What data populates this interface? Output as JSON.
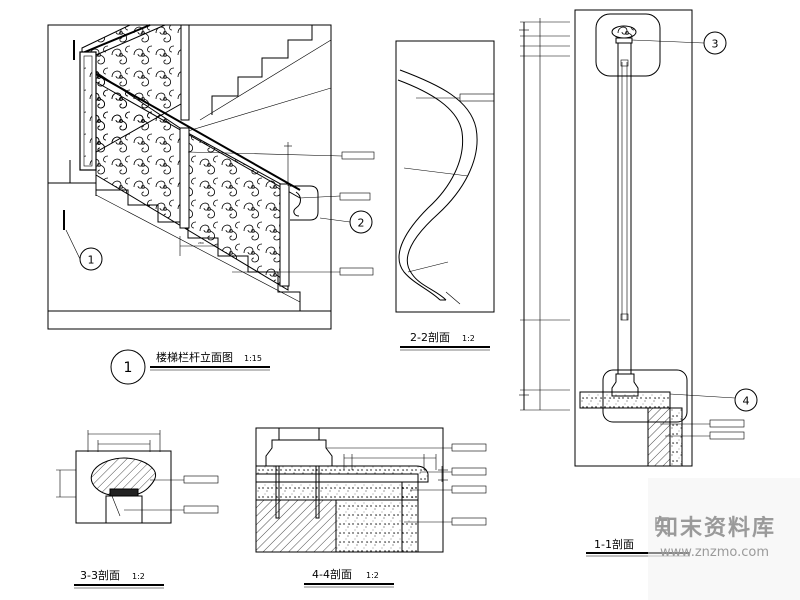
{
  "views": {
    "elevation": {
      "title": "楼梯栏杆立面图",
      "scale": "1:15",
      "callout_main": "1",
      "callout_detail_1": "1",
      "callout_detail_2": "2"
    },
    "section_2_2": {
      "title": "2-2剖面",
      "scale": "1:2"
    },
    "section_1_1": {
      "title": "1-1剖面",
      "callout_top": "3",
      "callout_bottom": "4"
    },
    "section_3_3": {
      "title": "3-3剖面",
      "scale": "1:2"
    },
    "section_4_4": {
      "title": "4-4剖面",
      "scale": "1:2"
    }
  },
  "watermark": {
    "brand": "知末资料库",
    "url": "www.znzmo.com"
  }
}
